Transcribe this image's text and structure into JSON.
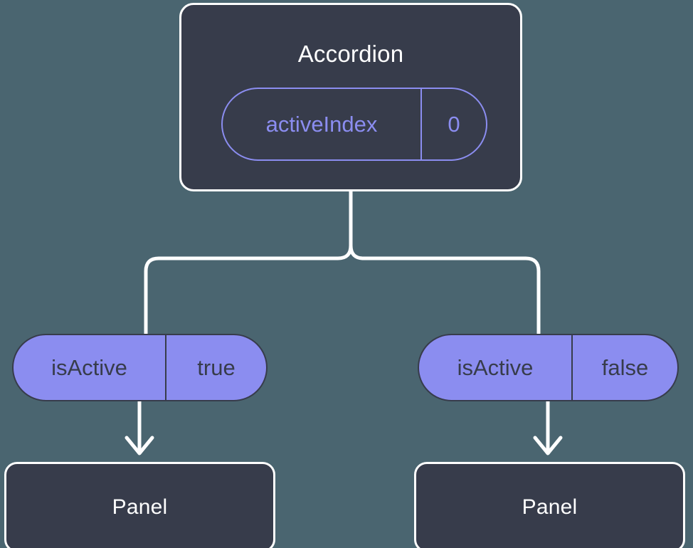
{
  "diagram": {
    "type": "component-tree",
    "background_color": "#4a6570",
    "node_fill_color": "#373c4b",
    "node_border_color": "#ffffff",
    "accent_color": "#8b8df0",
    "connector_color": "#ffffff",
    "parent": {
      "title": "Accordion",
      "state": {
        "key": "activeIndex",
        "value": "0"
      }
    },
    "edges": [
      {
        "from": "Accordion",
        "to": "isActive true pill"
      },
      {
        "from": "Accordion",
        "to": "isActive false pill"
      },
      {
        "from": "isActive true pill",
        "to": "Panel (left)"
      },
      {
        "from": "isActive false pill",
        "to": "Panel (right)"
      }
    ],
    "branches": [
      {
        "prop": {
          "key": "isActive",
          "value": "true"
        },
        "child": {
          "title": "Panel"
        }
      },
      {
        "prop": {
          "key": "isActive",
          "value": "false"
        },
        "child": {
          "title": "Panel"
        }
      }
    ]
  }
}
